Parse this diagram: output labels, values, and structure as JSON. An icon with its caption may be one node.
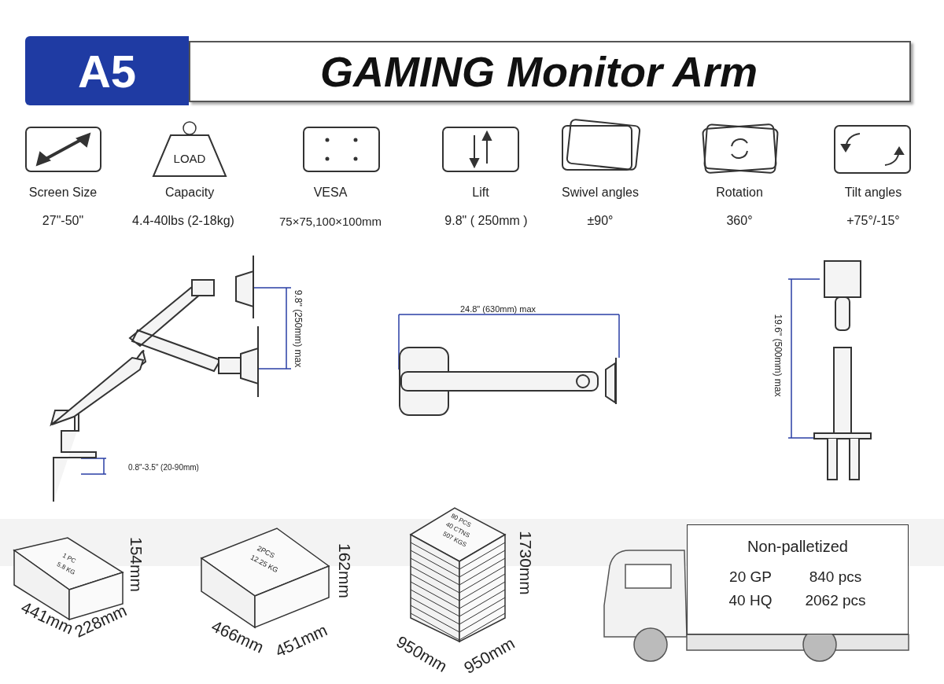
{
  "diagram": {
    "title": "GAMING Monitor Arm",
    "nodes": [
      {
        "text": [
          "A5"
        ]
      },
      {
        "text": [
          "LOAD"
        ]
      },
      {
        "text": [
          "1 PC",
          "5.8 KG"
        ]
      },
      {
        "text": [
          "2PCS",
          "12.25 KG"
        ]
      },
      {
        "text": [
          "80 PCS",
          "40 CTNS",
          "507 KGS"
        ]
      },
      {
        "text": [
          "Non-palletized",
          "20 GP",
          "840 pcs",
          "40 HQ",
          "2062 pcs"
        ]
      }
    ],
    "labels": [
      "Screen Size",
      "Capacity",
      "VESA",
      "Lift",
      "Swivel angles",
      "Rotation",
      "Tilt angles",
      "27\"-50\"",
      "4.4-40lbs (2-18kg)",
      "75×75,100×100mm",
      "9.8\" ( 250mm )",
      "±90°",
      "360°",
      "+75°/-15°",
      "9.8\" (250mm) max",
      "0.8\"-3.5\" (20-90mm)",
      "24.8\" (630mm) max",
      "19.6\" (500mm) max",
      "154mm",
      "441mm",
      "228mm",
      "162mm",
      "466mm",
      "451mm",
      "1730mm",
      "950mm",
      "950mm"
    ]
  }
}
